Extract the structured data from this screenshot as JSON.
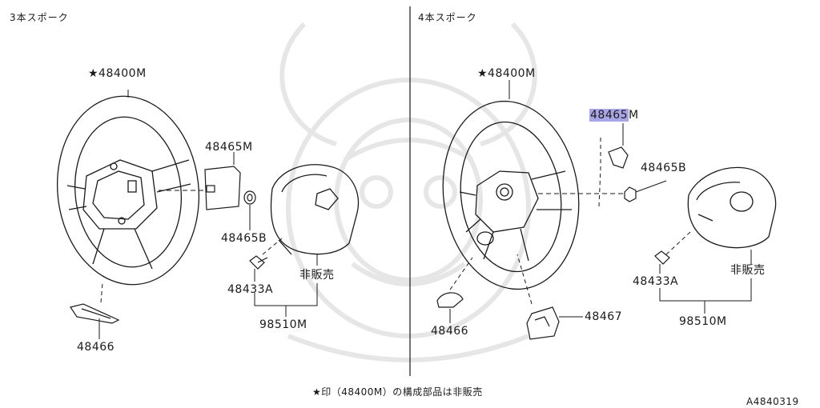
{
  "sections": {
    "left_title": "3本スポーク",
    "right_title": "4本スポーク"
  },
  "left": {
    "wheel": "★48400M",
    "pad": "48465M",
    "nut": "48465B",
    "bolt": "48433A",
    "not_sold": "非販売",
    "assembly": "98510M",
    "cover": "48466"
  },
  "right": {
    "wheel": "★48400M",
    "pad_highlight": "48465",
    "pad_rest": "M",
    "nut": "48465B",
    "bolt": "48433A",
    "not_sold": "非販売",
    "assembly": "98510M",
    "cover": "48466",
    "lower_cover": "48467"
  },
  "footer_note": "★印（48400M）の構成部品は非販売",
  "diagram_id": "A4840319",
  "colors": {
    "line": "#1a1a1a",
    "highlight": "#a9a6e8",
    "watermark": "#e4e4e4"
  }
}
